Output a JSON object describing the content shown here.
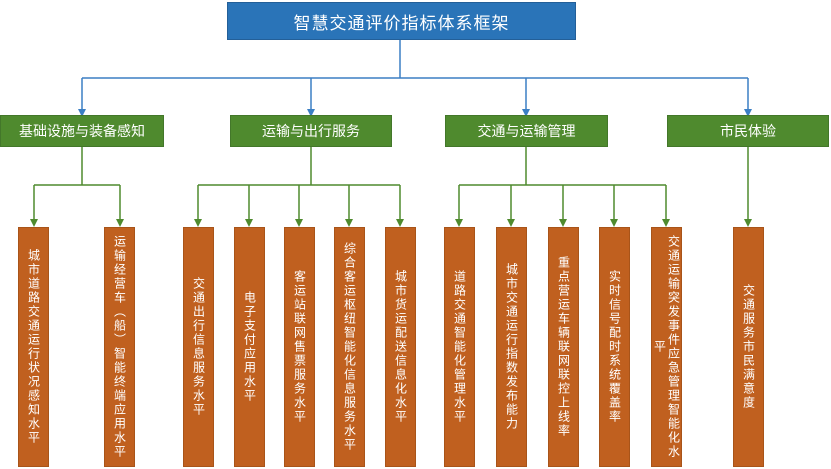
{
  "title": "智慧交通评价指标体系框架",
  "categories": [
    {
      "label": "基础设施与装备感知",
      "items": [
        "城市道路交通运行状况感知水平",
        "运输经营车（船）智能终端应用水平"
      ]
    },
    {
      "label": "运输与出行服务",
      "items": [
        "交通出行信息服务水平",
        "电子支付应用水平",
        "客运站联网售票服务水平",
        "综合客运枢纽智能化信息服务水平",
        "城市货运配送信息化水平"
      ]
    },
    {
      "label": "交通与运输管理",
      "items": [
        "道路交通智能化管理水平",
        "城市交通运行指数发布能力",
        "重点营运车辆联网联控上线率",
        "实时信号配时系统覆盖率",
        "交通运输突发事件应急管理智能化水平"
      ]
    },
    {
      "label": "市民体验",
      "items": [
        "交通服务市民满意度"
      ]
    }
  ],
  "colors": {
    "root": "#2a74b8",
    "category": "#4f8a2e",
    "leaf": "#c0601f",
    "root_connector": "#3b7fc4",
    "leaf_connector": "#4f8a2e"
  }
}
